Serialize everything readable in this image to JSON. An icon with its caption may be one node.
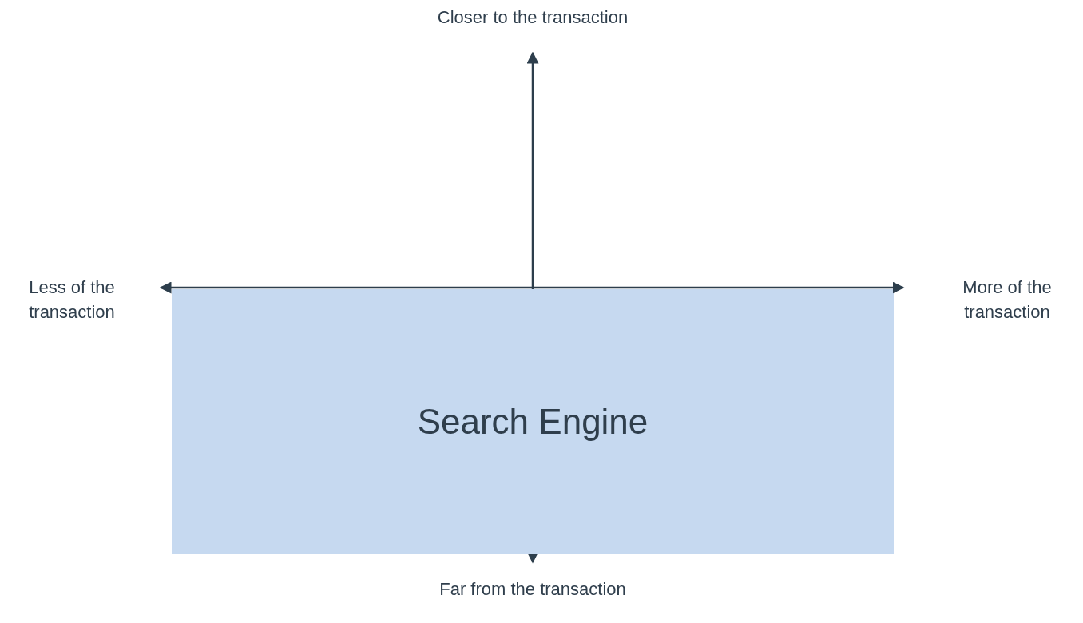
{
  "diagram": {
    "nodes": [
      {
        "text": [
          "Search Engine"
        ]
      }
    ],
    "labels": [
      "Closer to the transaction",
      "Less of the transaction",
      "More of the transaction",
      "Far from the transaction"
    ]
  }
}
